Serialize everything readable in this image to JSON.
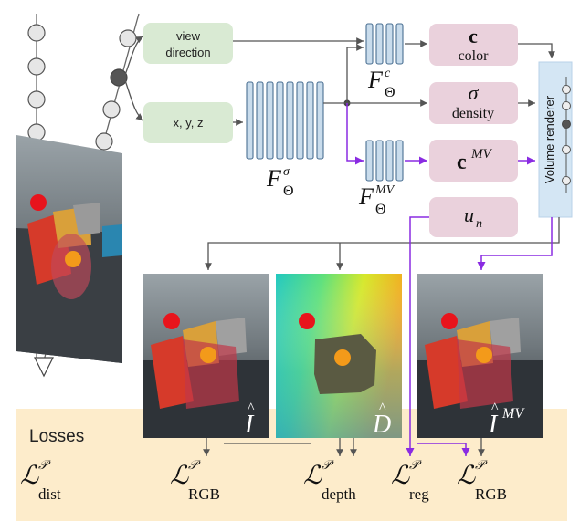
{
  "inputs": {
    "view_direction_line1": "view",
    "view_direction_line2": "direction",
    "xyz": "x, y, z"
  },
  "networks": {
    "f": "F",
    "theta": "Θ",
    "sigma_sup": "σ",
    "c_sup": "c",
    "mv_sup": "MV"
  },
  "outputs": {
    "color_symbol": "c",
    "color_label": "color",
    "density_symbol": "σ",
    "density_label": "density",
    "mv_symbol": "c",
    "mv_sup": "MV",
    "u_symbol": "u",
    "u_sub": "n"
  },
  "renderer": {
    "label": "Volume renderer"
  },
  "images": {
    "rgb_label": "I",
    "depth_label": "D",
    "mv_label": "I",
    "mv_sup": "MV"
  },
  "losses": {
    "title": "Losses",
    "L": "ℒ",
    "P": "𝒫",
    "dist_sub": "dist",
    "rgb_sub": "RGB",
    "depth_sub": "depth",
    "reg_sub": "reg",
    "rgb_mv_sub": "RGB"
  },
  "colors": {
    "green_box": "#d9ead3",
    "pink_box": "#ead1dc",
    "blue_box": "#c9dcec",
    "renderer_box": "#d4e6f4",
    "losses_bg": "#fdeccb",
    "purple_arrow": "#8a2be2",
    "gray_arrow": "#555555"
  }
}
